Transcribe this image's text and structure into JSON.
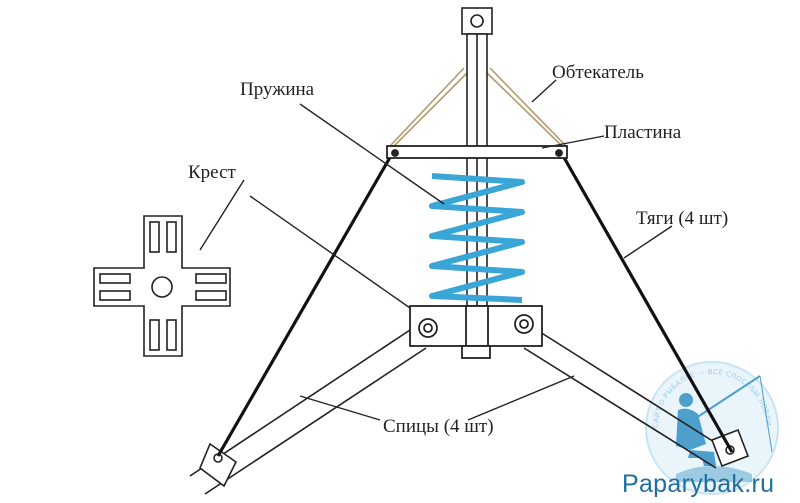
{
  "labels": {
    "spring": "Пружина",
    "fairing": "Обтекатель",
    "plate": "Пластина",
    "cross": "Крест",
    "rods": "Тяги (4 шт)",
    "spokes": "Спицы (4 шт)"
  },
  "watermark": {
    "brand": "Paparybak.ru",
    "ring_text": "САЙТ О РЫБАЛКЕ — ВСЕ СПОСОБЫ ЛОВЛИ, СОВЕТЫ РЫБАКАМ",
    "icon": "angler-fisherman-icon"
  },
  "colors": {
    "spring": "#3aa6d8",
    "fairing": "#b49a6e",
    "line": "#1a1a1a",
    "watermark": "#7ec0e4"
  }
}
